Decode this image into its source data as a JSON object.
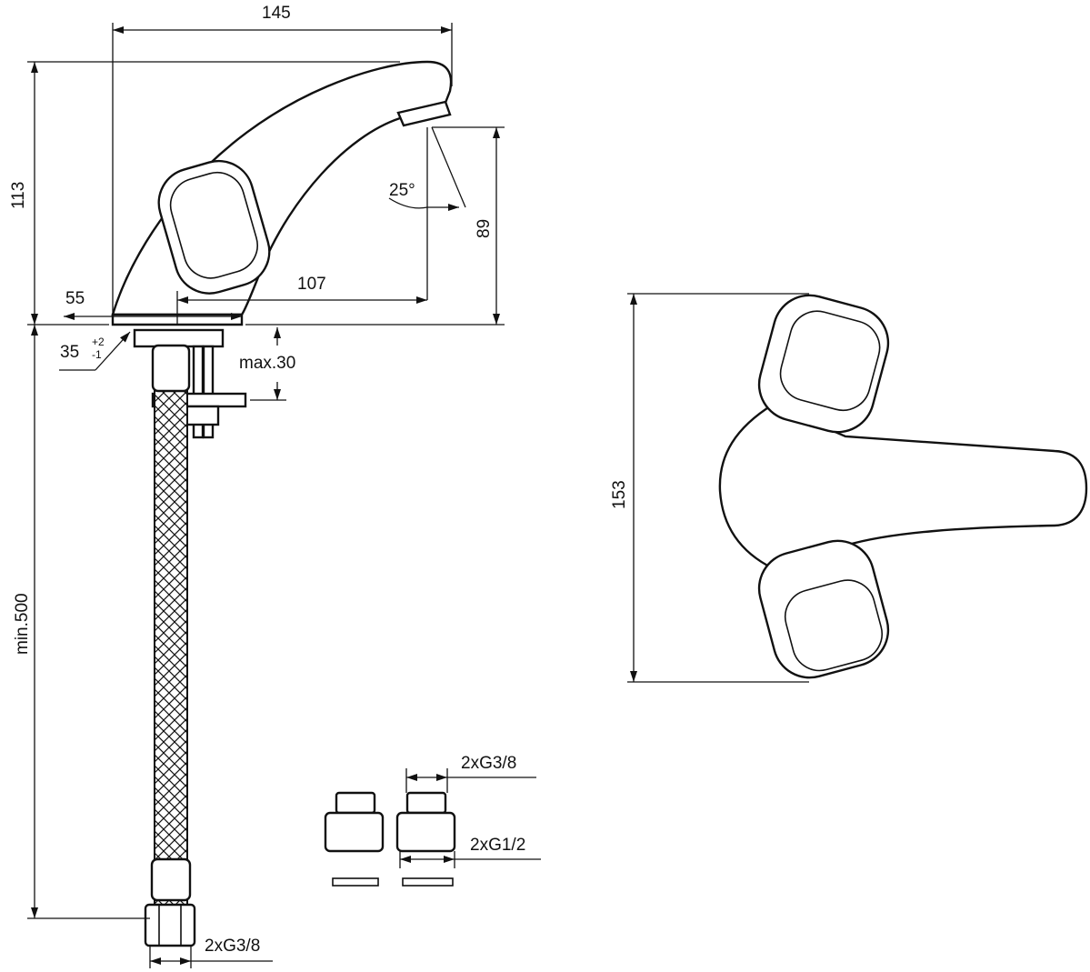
{
  "title": "Basin mixer dimension drawing",
  "dimensions": {
    "overall_width": "145",
    "overall_height": "113",
    "spout_angle": "25°",
    "spout_height": "89",
    "base_width": "55",
    "spout_reach": "107",
    "hole_diameter": "35",
    "hole_tol_plus": "+2",
    "hole_tol_minus": "-1",
    "max_deck": "max.30",
    "hose_length": "min.500",
    "hose_thread": "2xG3/8",
    "side_height": "153",
    "adapter_inner": "2xG3/8",
    "adapter_outer": "2xG1/2"
  },
  "colors": {
    "line": "#111111",
    "background": "#ffffff"
  }
}
